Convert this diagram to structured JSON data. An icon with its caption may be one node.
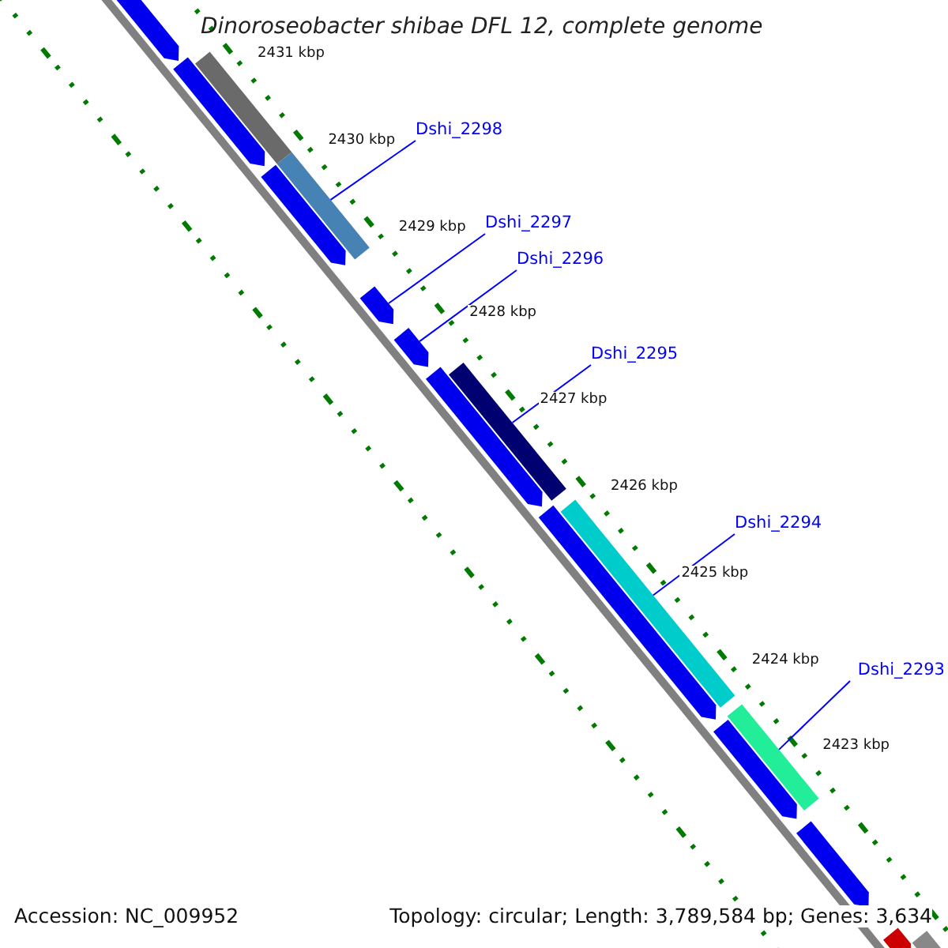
{
  "diagram": {
    "title": "Dinoroseobacter shibae DFL 12, complete genome",
    "nodes": [
      {
        "text": [
          "Dshi_2298"
        ]
      },
      {
        "text": [],
        "shape": "bar"
      },
      {
        "text": [
          "Dshi_2297"
        ]
      },
      {
        "text": [],
        "shape": "bar"
      },
      {
        "text": [
          "Dshi_2296"
        ]
      },
      {
        "text": [],
        "shape": "bar"
      },
      {
        "text": [
          "Dshi_2295"
        ]
      },
      {
        "text": [],
        "shape": "bar"
      },
      {
        "text": [
          "Dshi_2294"
        ]
      },
      {
        "text": [],
        "shape": "bar"
      },
      {
        "text": [
          "Dshi_2293"
        ]
      },
      {
        "text": [],
        "shape": "bar"
      },
      {
        "text": [],
        "shape": "bar"
      },
      {
        "text": [],
        "shape": "bar"
      },
      {
        "text": [],
        "shape": "bar"
      },
      {
        "text": [],
        "shape": "bar"
      },
      {
        "text": [],
        "shape": "bar"
      },
      {
        "text": [],
        "shape": "bar"
      },
      {
        "text": [],
        "shape": "bar"
      },
      {
        "text": [],
        "shape": "bar"
      },
      {
        "text": [],
        "shape": "bar"
      },
      {
        "text": [],
        "shape": "bar"
      }
    ],
    "edges": [
      {
        "from": 0,
        "to": 1,
        "arrow": "none"
      },
      {
        "from": 2,
        "to": 3,
        "arrow": "none"
      },
      {
        "from": 4,
        "to": 5,
        "arrow": "none"
      },
      {
        "from": 6,
        "to": 7,
        "arrow": "none"
      },
      {
        "from": 8,
        "to": 9,
        "arrow": "none"
      },
      {
        "from": 10,
        "to": 11,
        "arrow": "none"
      }
    ],
    "labels": [
      "2431 kbp",
      "2430 kbp",
      "2429 kbp",
      "2428 kbp",
      "2427 kbp",
      "2426 kbp",
      "2425 kbp",
      "2424 kbp",
      "2423 kbp",
      "Accession: NC_009952",
      "Topology: circular; Length: 3,789,584 bp; Genes: 3,634"
    ]
  }
}
